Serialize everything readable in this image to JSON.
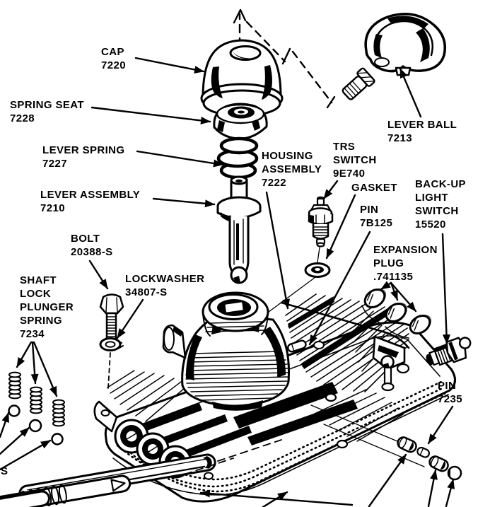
{
  "colors": {
    "ink": "#000000",
    "paper": "#ffffff"
  },
  "labels": {
    "cap": {
      "lines": [
        "CAP",
        "7220"
      ]
    },
    "spring_seat": {
      "lines": [
        "SPRING SEAT",
        "7228"
      ]
    },
    "lever_spring": {
      "lines": [
        "LEVER SPRING",
        "7227"
      ]
    },
    "lever_assembly": {
      "lines": [
        "LEVER ASSEMBLY",
        "7210"
      ]
    },
    "bolt": {
      "lines": [
        "BOLT",
        "20388-S"
      ]
    },
    "shaft_lock_plunger_spring": {
      "lines": [
        "SHAFT",
        "LOCK",
        "PLUNGER",
        "SPRING",
        "7234"
      ]
    },
    "lockwasher": {
      "lines": [
        "LOCKWASHER",
        "34807-S"
      ]
    },
    "housing_assembly": {
      "lines": [
        "HOUSING",
        "ASSEMBLY",
        "7222"
      ]
    },
    "trs_switch": {
      "lines": [
        "TRS",
        "SWITCH",
        "9E740"
      ]
    },
    "gasket": {
      "lines": [
        "GASKET"
      ]
    },
    "pin_7b125": {
      "lines": [
        "PIN",
        "7B125"
      ]
    },
    "lever_ball": {
      "lines": [
        "LEVER BALL",
        "7213"
      ]
    },
    "backup_light_switch": {
      "lines": [
        "BACK-UP",
        "LIGHT",
        "SWITCH",
        "15520"
      ]
    },
    "expansion_plug": {
      "lines": [
        "EXPANSION",
        "PLUG",
        ".741135"
      ]
    },
    "pin_7235": {
      "lines": [
        "PIN",
        "7235"
      ]
    },
    "edge_cutoff": {
      "lines": [
        "S"
      ]
    }
  }
}
